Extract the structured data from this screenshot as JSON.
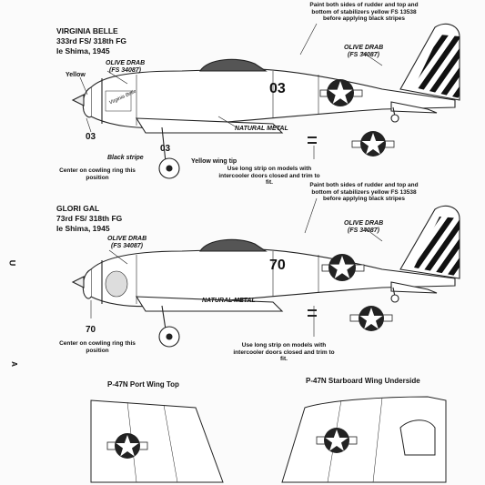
{
  "profile_top": {
    "name": "VIRGINIA BELLE",
    "unit": "333rd FS/ 318th FG",
    "location": "Ie Shima, 1945",
    "yellow_label": "Yellow",
    "olive_drab_left": "OLIVE DRAB",
    "fs_left": "(FS 34087)",
    "olive_drab_right": "OLIVE DRAB",
    "fs_right": "(FS 34087)",
    "tail_note": "Paint both  sides of rudder and top and bottom of stabilizers yellow FS 13538 before applying black stripes",
    "fuselage_code": "03",
    "cowl_code": "03",
    "gear_code": "03",
    "black_stripe": "Black stripe",
    "yellow_wing_tip": "Yellow wing tip",
    "natural_metal": "NATURAL METAL",
    "cowl_note": "Center on cowling ring this position",
    "strip_note": "Use long strip on models with intercooler doors closed and trim to fit.",
    "nose_art": "Virginia Belle"
  },
  "profile_bottom": {
    "name": "GLORI GAL",
    "unit": "73rd FS/ 318th FG",
    "location": "Ie Shima, 1945",
    "olive_drab_left": "OLIVE DRAB",
    "fs_left": "(FS 34087)",
    "olive_drab_right": "OLIVE DRAB",
    "fs_right": "(FS 34087)",
    "tail_note": "Paint both sides of rudder and top and bottom of stabilizers yellow FS 13538 before applying black stripes",
    "fuselage_code": "70",
    "cowl_code": "70",
    "natural_metal": "NATURAL METAL",
    "cowl_note": "Center on cowling ring this position",
    "strip_note": "Use long strip on models with intercooler doors closed and trim to fit."
  },
  "wings": {
    "left_title": "P-47N Port Wing Top",
    "right_title": "P-47N Starboard Wing Underside"
  },
  "margin_marks": {
    "mark1": "U",
    "mark2": "A"
  }
}
